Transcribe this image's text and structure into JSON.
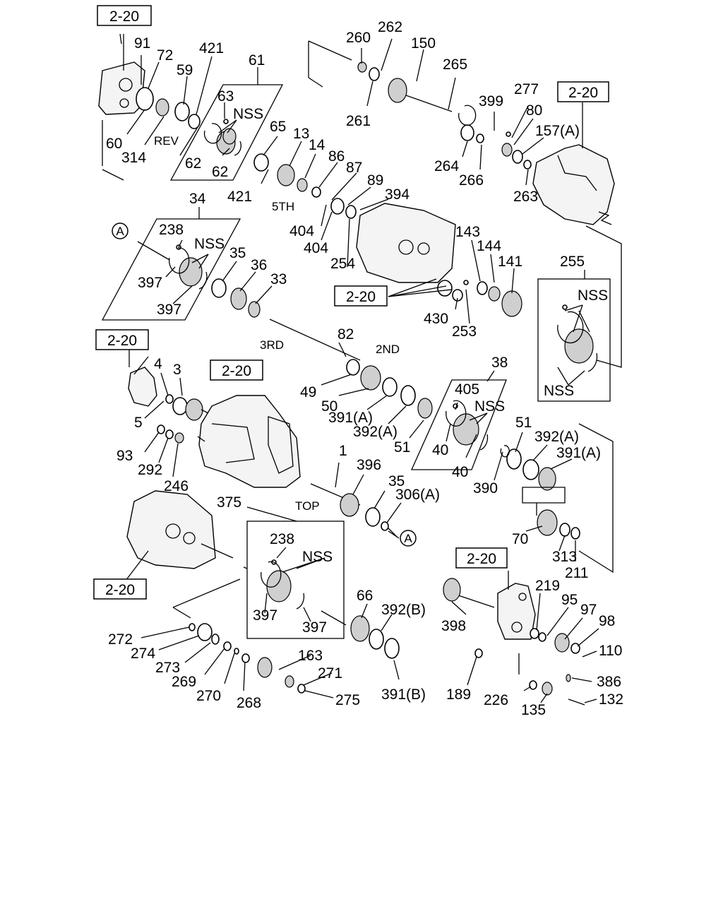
{
  "diagram": {
    "refs": [
      "2-20",
      "2-20",
      "2-20",
      "2-20",
      "2-20",
      "2-20",
      "2-20"
    ],
    "labels": [
      "91",
      "72",
      "421",
      "59",
      "61",
      "63",
      "NSS",
      "60",
      "314",
      "REV",
      "62",
      "62",
      "65",
      "13",
      "14",
      "86",
      "87",
      "89",
      "394",
      "421",
      "5TH",
      "260",
      "262",
      "150",
      "265",
      "261",
      "399",
      "277",
      "80",
      "157(A)",
      "264",
      "266",
      "263",
      "34",
      "238",
      "NSS",
      "397",
      "35",
      "36",
      "33",
      "397",
      "404",
      "404",
      "254",
      "143",
      "144",
      "141",
      "255",
      "NSS",
      "430",
      "253",
      "NSS",
      "3RD",
      "82",
      "2ND",
      "4",
      "3",
      "5",
      "93",
      "292",
      "246",
      "49",
      "50",
      "391(A)",
      "392(A)",
      "51",
      "38",
      "405",
      "NSS",
      "40",
      "40",
      "51",
      "392(A)",
      "391(A)",
      "390",
      "1",
      "396",
      "TOP",
      "35",
      "306(A)",
      "70",
      "313",
      "211",
      "375",
      "238",
      "NSS",
      "397",
      "397",
      "66",
      "392(B)",
      "391(B)",
      "398",
      "219",
      "95",
      "97",
      "98",
      "110",
      "272",
      "274",
      "273",
      "269",
      "270",
      "268",
      "163",
      "271",
      "275",
      "189",
      "226",
      "386",
      "135",
      "132"
    ],
    "circles": [
      "A",
      "A"
    ]
  }
}
